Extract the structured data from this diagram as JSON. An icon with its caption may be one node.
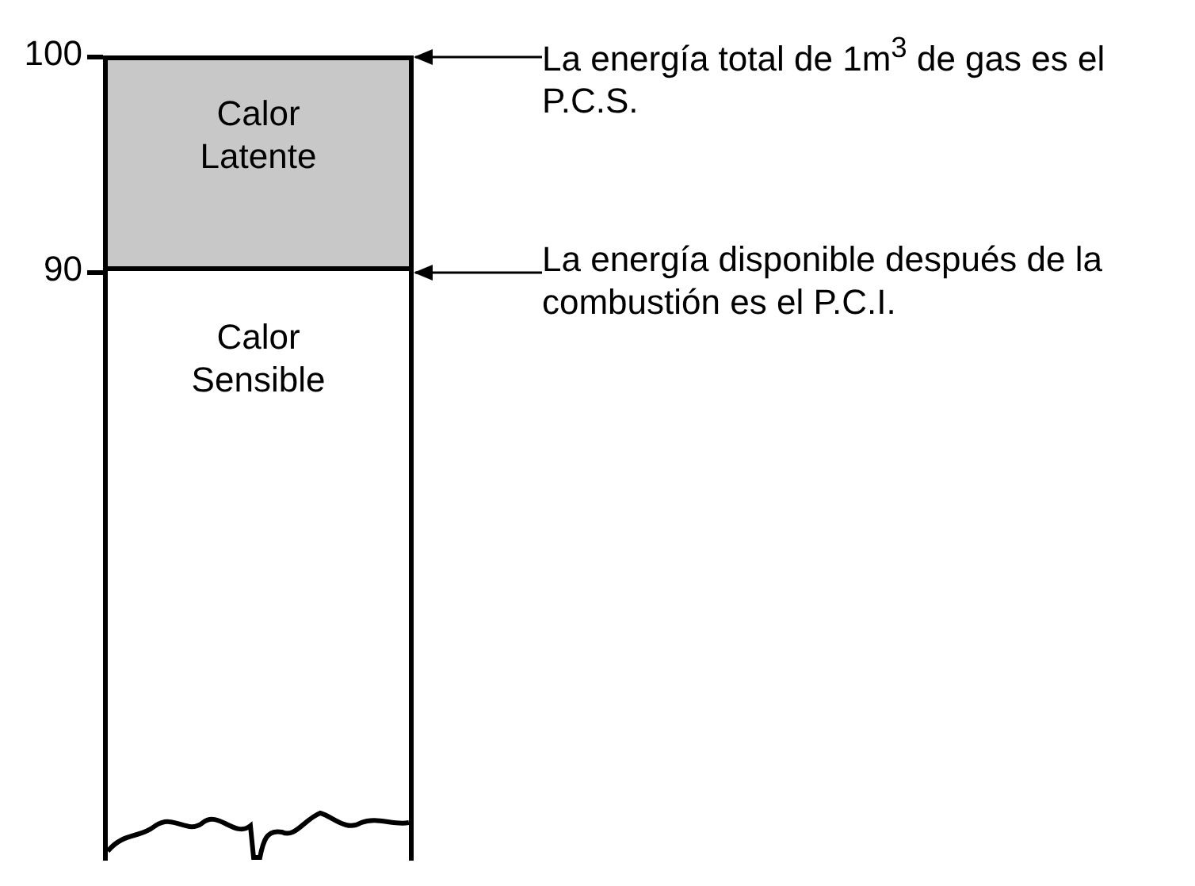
{
  "diagram": {
    "nodes": [
      {
        "text": [
          "Calor Latente"
        ]
      },
      {
        "text": [
          "Calor Sensible"
        ]
      },
      {
        "text": [
          "La energía total de 1m$^{3}$ de gas es el P.C.S."
        ]
      },
      {
        "text": [
          "La energía disponible después de la combustión es el P.C.I."
        ]
      }
    ],
    "edges": [
      {
        "from": 2,
        "to": 0,
        "arrow": "to"
      },
      {
        "from": 3,
        "to": 1,
        "arrow": "to"
      }
    ],
    "labels": [
      "100",
      "90"
    ]
  }
}
